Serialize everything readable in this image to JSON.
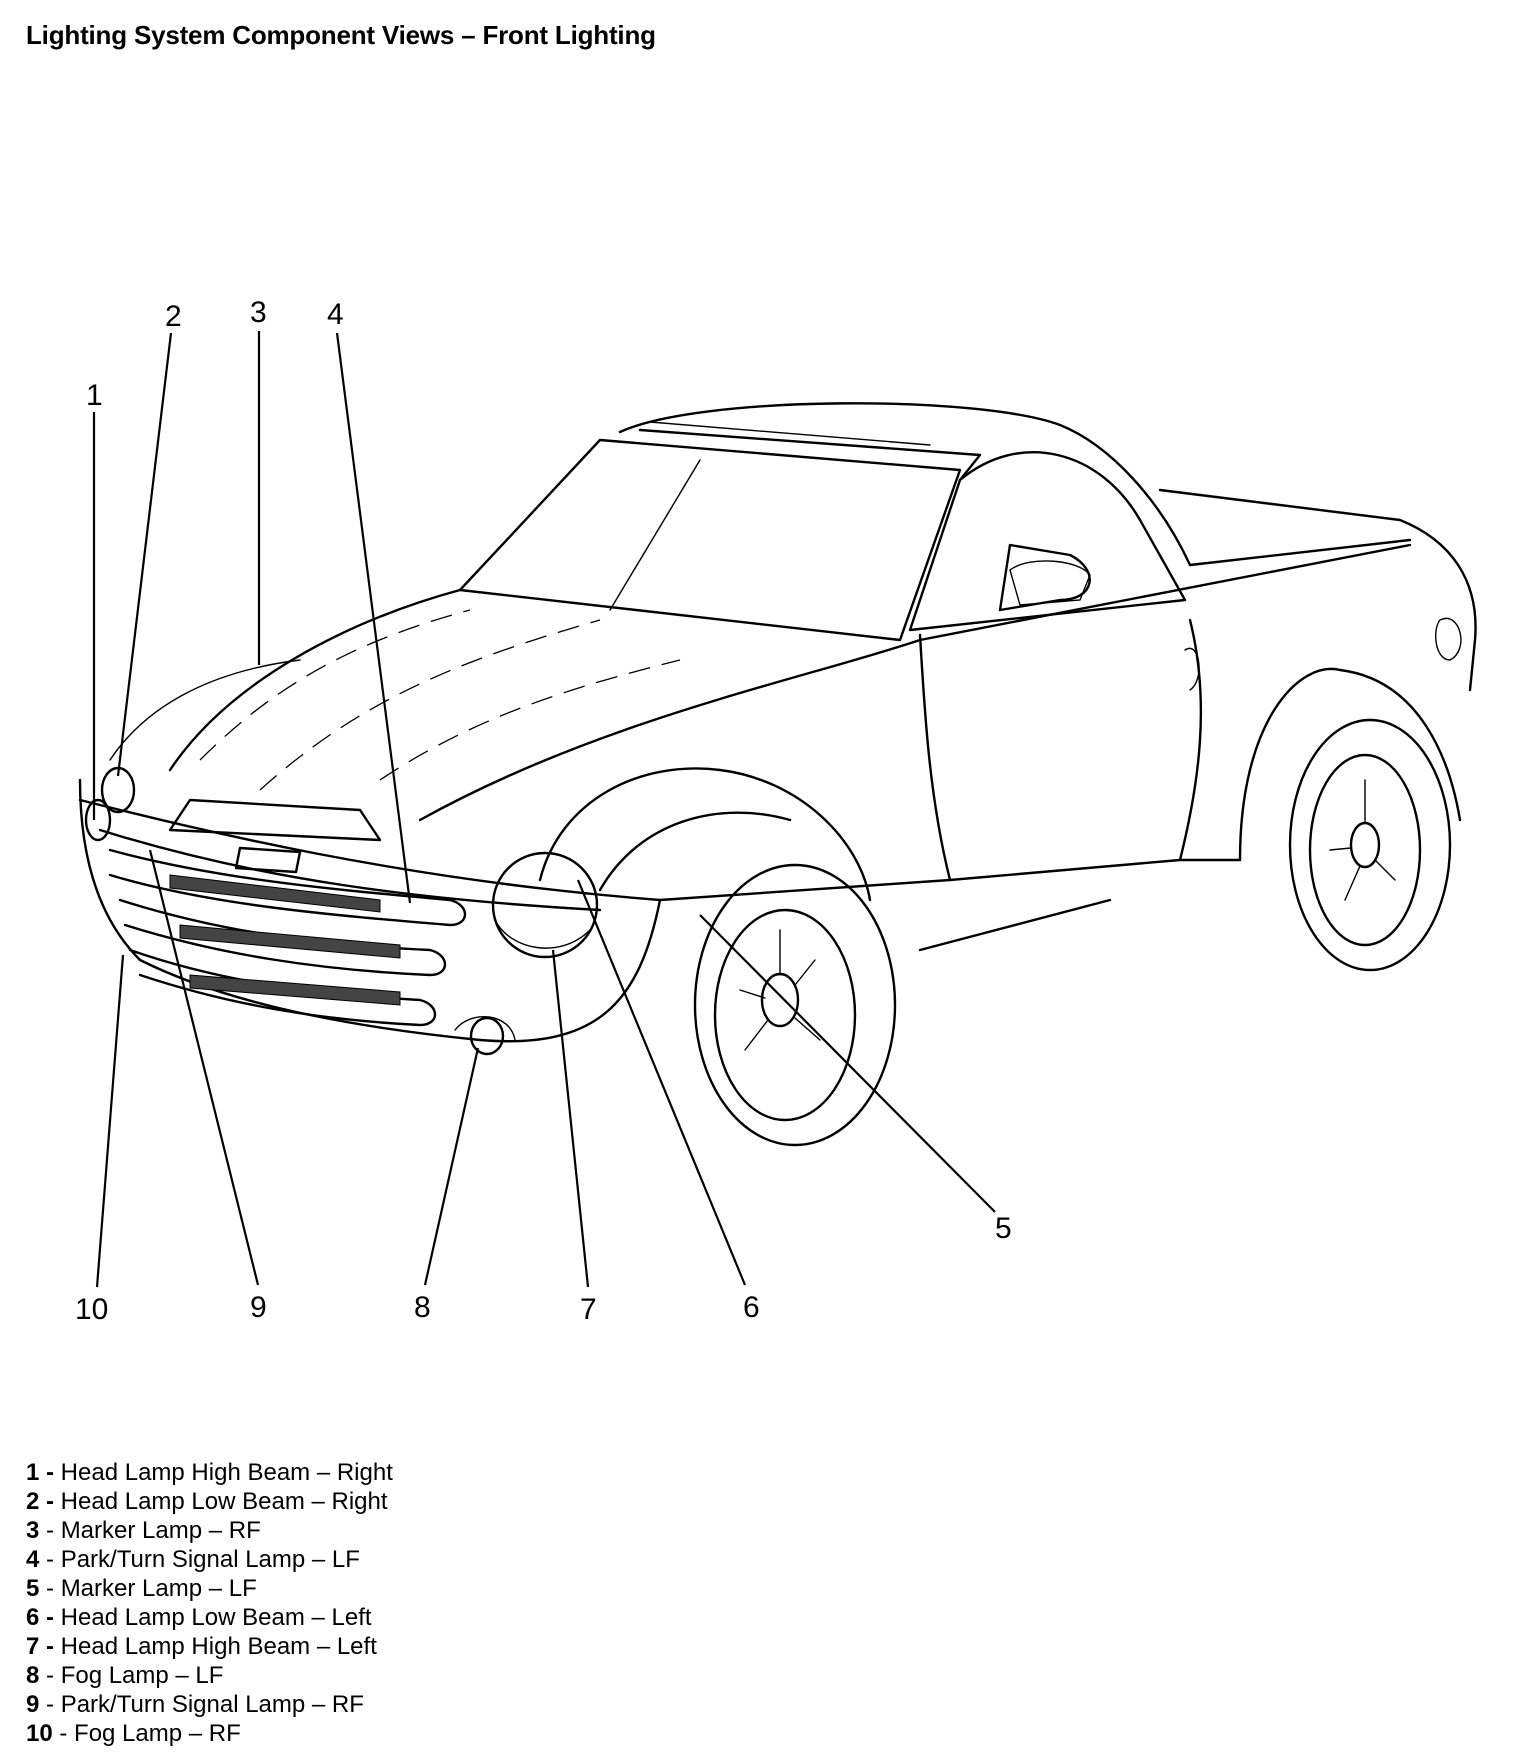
{
  "title": "Lighting System Component Views – Front Lighting",
  "callouts": [
    {
      "label": "1"
    },
    {
      "label": "2"
    },
    {
      "label": "3"
    },
    {
      "label": "4"
    },
    {
      "label": "5"
    },
    {
      "label": "6"
    },
    {
      "label": "7"
    },
    {
      "label": "8"
    },
    {
      "label": "9"
    },
    {
      "label": "10"
    }
  ],
  "legend": [
    {
      "num": "1 -",
      "text": " Head Lamp High Beam – Right"
    },
    {
      "num": "2 -",
      "text": " Head Lamp Low Beam – Right"
    },
    {
      "num": "3",
      "text": " - Marker Lamp – RF"
    },
    {
      "num": "4",
      "text": " - Park/Turn Signal Lamp – LF"
    },
    {
      "num": "5",
      "text": " - Marker Lamp – LF"
    },
    {
      "num": "6 -",
      "text": " Head Lamp Low Beam – Left"
    },
    {
      "num": "7 -",
      "text": " Head Lamp High Beam – Left"
    },
    {
      "num": "8",
      "text": " - Fog Lamp – LF"
    },
    {
      "num": "9",
      "text": " - Park/Turn Signal Lamp – RF"
    },
    {
      "num": "10",
      "text": " - Fog Lamp – RF"
    }
  ]
}
